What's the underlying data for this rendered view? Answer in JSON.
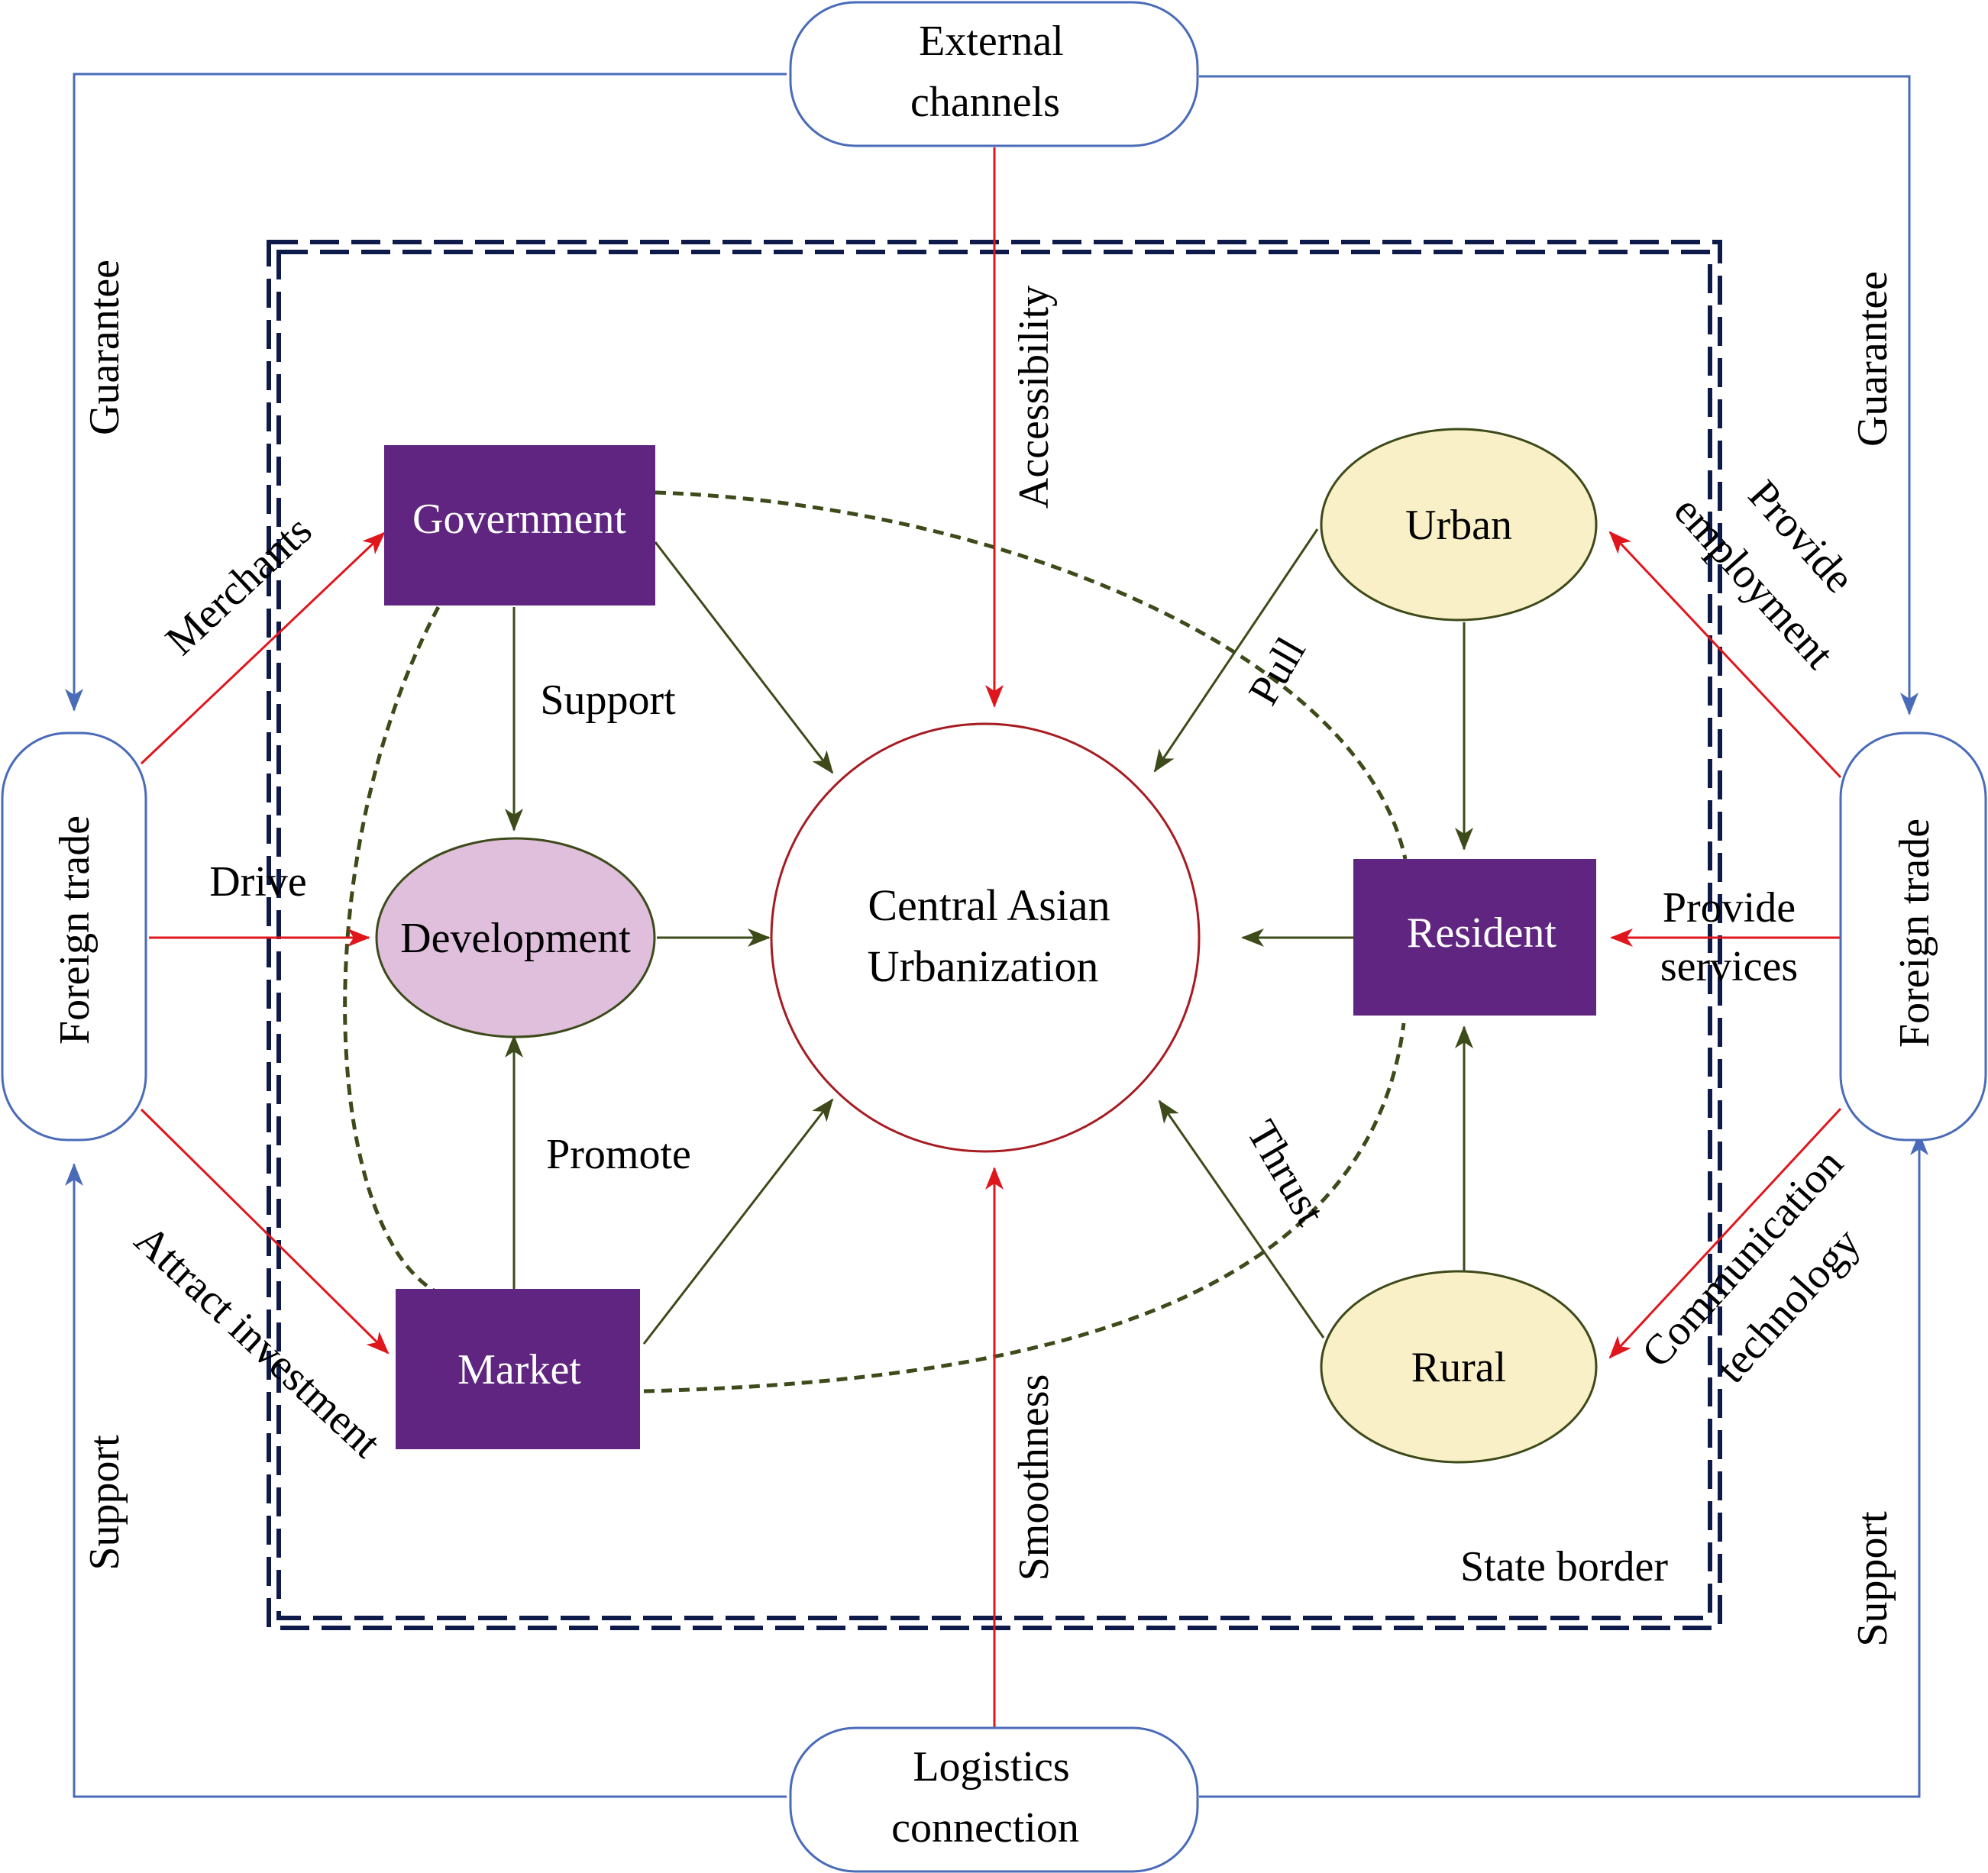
{
  "nodes": {
    "external_channels": [
      "External",
      "channels"
    ],
    "logistics_connection": [
      "Logistics",
      "connection"
    ],
    "foreign_trade_left": "Foreign trade",
    "foreign_trade_right": "Foreign trade",
    "government": "Government",
    "development": "Development",
    "market": "Market",
    "center": [
      "Central Asian",
      "Urbanization"
    ],
    "urban": "Urban",
    "resident": "Resident",
    "rural": "Rural"
  },
  "labels": {
    "guarantee_left": "Guarantee",
    "guarantee_right": "Guarantee",
    "support_left": "Support",
    "support_right": "Support",
    "merchants": "Merchants",
    "drive": "Drive",
    "attract_investment": "Attract investment",
    "support_gov": "Support",
    "promote": "Promote",
    "accessibility": "Accessibility",
    "smoothness": "Smoothness",
    "pull": "Pull",
    "thrust": "Thrust",
    "provide_employment": [
      "Provide",
      "employment"
    ],
    "provide_services": [
      "Provide",
      "services"
    ],
    "communication_technology": [
      "Communication",
      "technology"
    ],
    "state_border": "State border"
  },
  "colors": {
    "blue": "#4a6bb8",
    "red": "#e0161d",
    "green": "#3d4a1a",
    "purple": "#5f2580",
    "lavender": "#dfbfdc",
    "cream": "#faf0c8",
    "navy": "#0d1a4a",
    "circle_red": "#a61c22"
  }
}
